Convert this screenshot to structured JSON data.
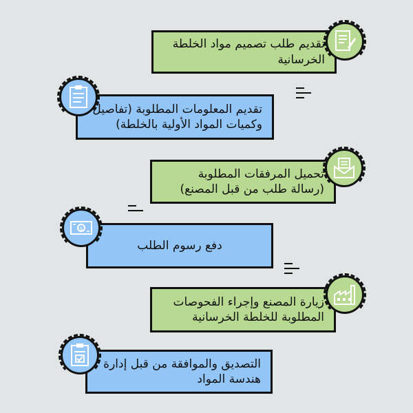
{
  "steps": [
    {
      "text": "تقديم طلب تصميم مواد الخلطة الخرسانية",
      "color": "green",
      "icon": "document-pen-icon"
    },
    {
      "text": "تقديم المعلومات المطلوبة (تفاصيل وكميات المواد الأولية بالخلطة)",
      "color": "blue",
      "icon": "clipboard-list-icon"
    },
    {
      "text": "تحميل المرفقات المطلوبة (رسالة طلب من قبل المصنع)",
      "color": "green",
      "icon": "envelope-letter-icon"
    },
    {
      "text": "دفع رسوم الطلب",
      "color": "blue",
      "icon": "money-bill-icon"
    },
    {
      "text": "زيارة المصنع وإجراء الفحوصات المطلوبة للخلطة الخرسانية",
      "color": "green",
      "icon": "factory-icon"
    },
    {
      "text": "التصديق والموافقة من قبل إدارة هندسة المواد",
      "color": "blue",
      "icon": "clipboard-check-icon"
    }
  ],
  "colors": {
    "green": "#b7d991",
    "blue": "#93c5f6",
    "background": "#e2e5e5"
  }
}
